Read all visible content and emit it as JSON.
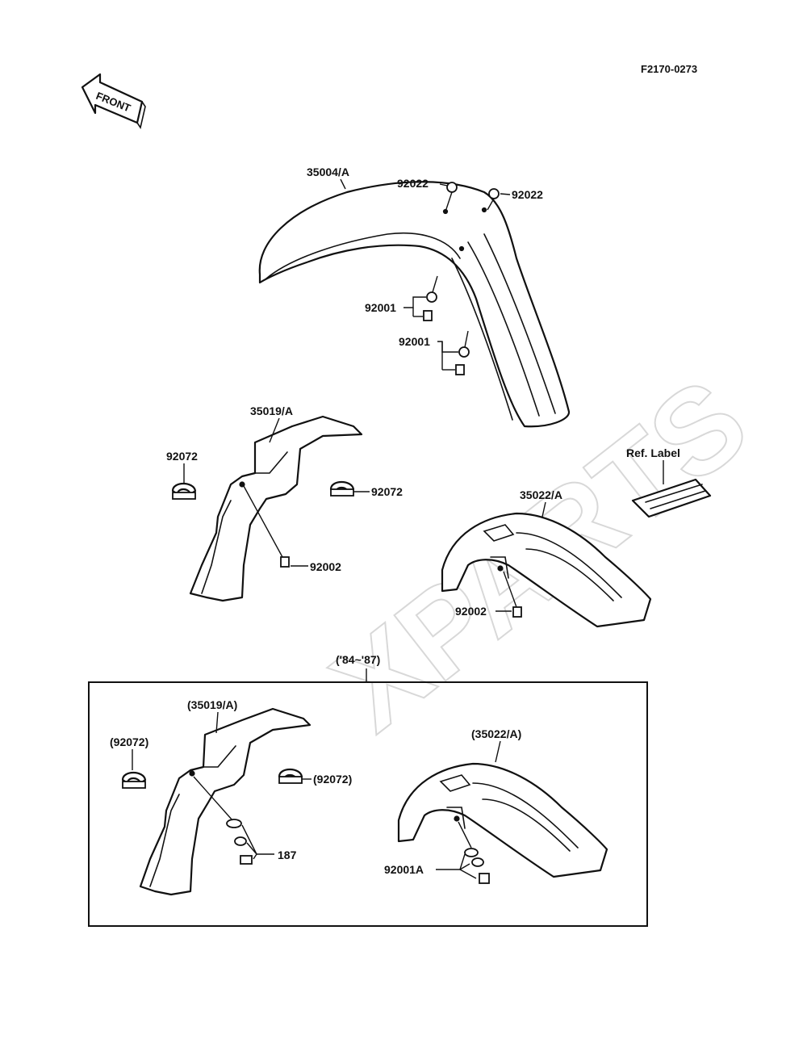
{
  "header": {
    "figure_code": "F2170-0273"
  },
  "front_arrow": {
    "label": "FRONT"
  },
  "watermark": {
    "text": "XPARTS"
  },
  "upper_labels": {
    "front_fender": "35004/A",
    "nut_left": "92022",
    "nut_right": "92022",
    "bolt_upper": "92001",
    "bolt_lower": "92001",
    "flap": "35019/A",
    "clamp_left": "92072",
    "clamp_right": "92072",
    "flap_bolt": "92002",
    "ref_label": "Ref. Label",
    "rear_fender": "35022/A",
    "rear_bolt": "92002"
  },
  "inset": {
    "years": "('84~'87)",
    "flap": "(35019/A)",
    "clamp_left": "(92072)",
    "clamp_right": "(92072)",
    "bolt_set": "187",
    "rear_fender": "(35022/A)",
    "rear_bolt": "92001A"
  }
}
